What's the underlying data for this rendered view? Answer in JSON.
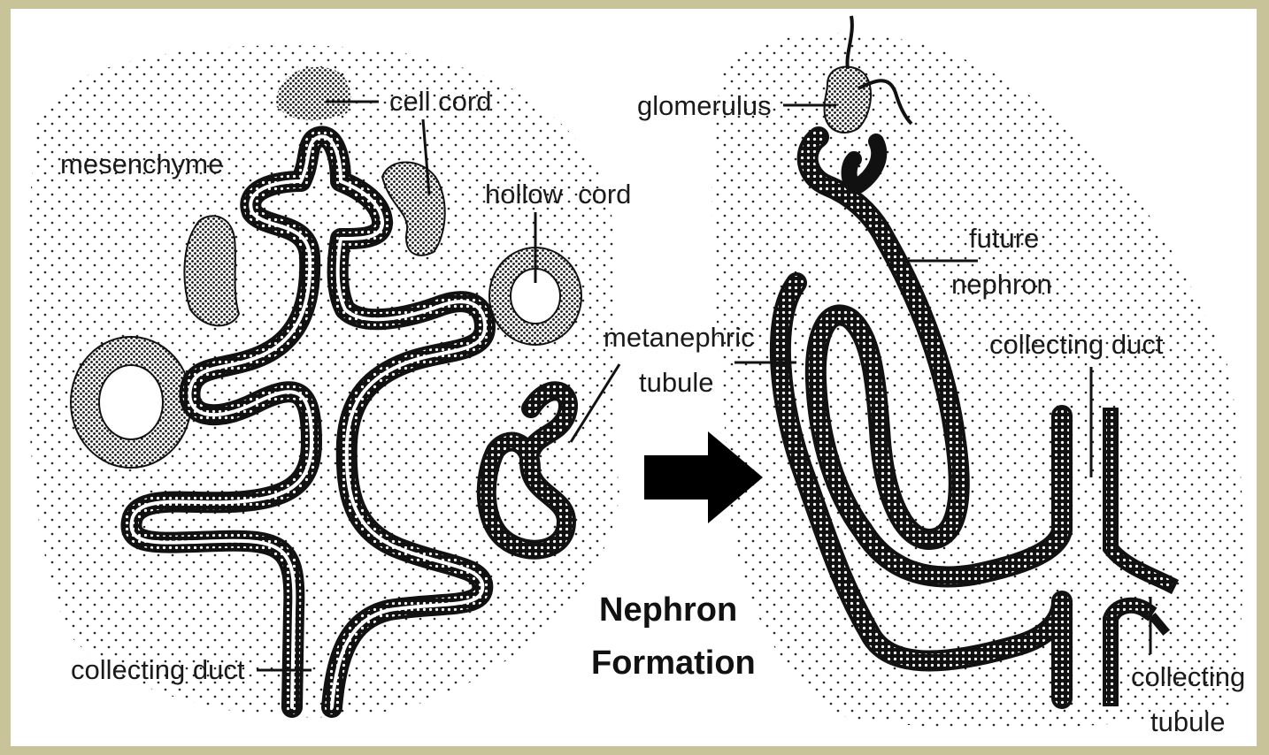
{
  "title": {
    "line1": "Nephron",
    "line2": "Formation"
  },
  "labels": {
    "cell_cord": "cell cord",
    "mesenchyme": "mesenchyme",
    "hollow_cord": "hollow  cord",
    "metanephric_tubule_1": "metanephric",
    "metanephric_tubule_2": "tubule",
    "collecting_duct_left": "collecting duct",
    "glomerulus": "glomerulus",
    "future_nephron_1": "future",
    "future_nephron_2": "nephron",
    "collecting_duct_right": "collecting duct",
    "collecting_tubule_1": "collecting",
    "collecting_tubule_2": "tubule"
  },
  "colors": {
    "frame": "#c9c39a",
    "background": "#ffffff",
    "ink": "#111111"
  }
}
